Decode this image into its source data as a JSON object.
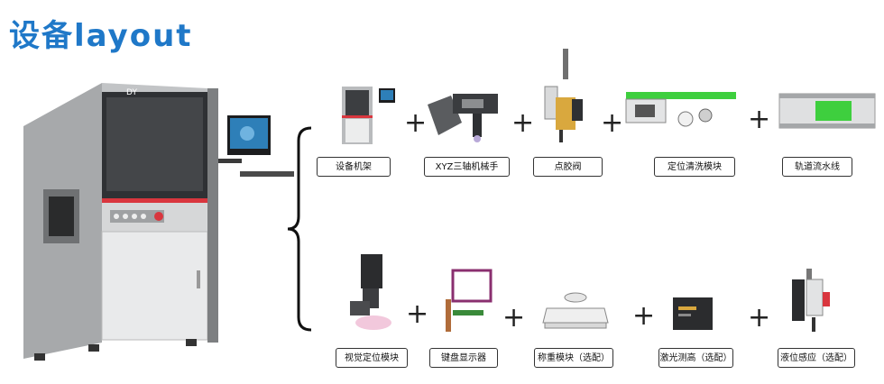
{
  "title": "设备layout",
  "machine": {
    "brand": "DY"
  },
  "row1": {
    "items": [
      {
        "label": "设备机架",
        "icon": "frame-icon"
      },
      {
        "label": "XYZ三轴机械手",
        "icon": "xyz-robot-arm-icon"
      },
      {
        "label": "点胶阀",
        "icon": "dispensing-valve-icon"
      },
      {
        "label": "定位清洗模块",
        "icon": "cleaning-module-icon"
      },
      {
        "label": "轨道流水线",
        "icon": "conveyor-track-icon"
      }
    ]
  },
  "row2": {
    "items": [
      {
        "label": "视觉定位模块",
        "icon": "vision-camera-icon"
      },
      {
        "label": "键盘显示器",
        "icon": "keyboard-monitor-icon"
      },
      {
        "label": "称重模块（选配）",
        "icon": "weighing-scale-icon"
      },
      {
        "label": "激光测高（选配）",
        "icon": "laser-height-sensor-icon"
      },
      {
        "label": "液位感应（选配）",
        "icon": "liquid-level-sensor-icon"
      }
    ]
  },
  "plus_symbol": "+",
  "colors": {
    "title": "#1f78c8",
    "machine_body": "#9a9a9a",
    "accent_red": "#d9363e",
    "pcb_green": "#3ecf3e"
  }
}
